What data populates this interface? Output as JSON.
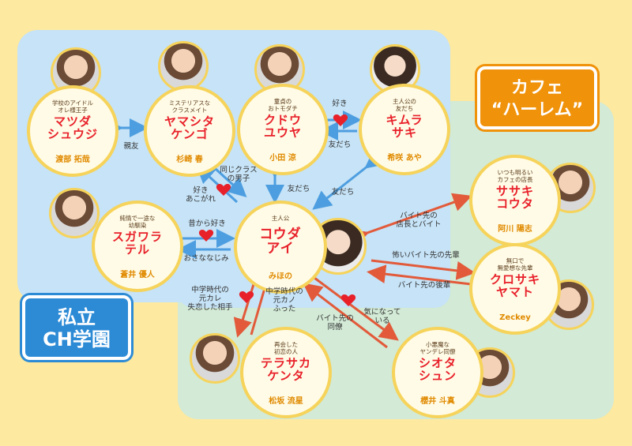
{
  "groups": {
    "school": {
      "title": "私立\nCH学園",
      "color": "#2d8bd6"
    },
    "cafe": {
      "title": "カフェ\n“ハーレム”",
      "color": "#f0920a"
    }
  },
  "characters": [
    {
      "id": "matsuda",
      "desc": "学校のアイドル\nオレ様王子",
      "name": "マツダ\nシュウジ",
      "actor": "渡部 拓哉"
    },
    {
      "id": "yamashita",
      "desc": "ミステリアスな\nクラスメイト",
      "name": "ヤマシタ\nケンゴ",
      "actor": "杉崎 春"
    },
    {
      "id": "kudo",
      "desc": "童貞の\nおトモダチ",
      "name": "クドウ\nユウヤ",
      "actor": "小田 涼"
    },
    {
      "id": "kimura",
      "desc": "主人公の\n友だち",
      "name": "キムラ\nサキ",
      "actor": "希咲 あや"
    },
    {
      "id": "sugawara",
      "desc": "純情で一途な\n幼馴染",
      "name": "スガワラ\nテル",
      "actor": "蒼井 優人"
    },
    {
      "id": "koda",
      "desc": "主人公",
      "name": "コウダ\nアイ",
      "actor": "みほの"
    },
    {
      "id": "sasaki",
      "desc": "いつも明るい\nカフェの店長",
      "name": "ササキ\nコウタ",
      "actor": "阿川 陽志"
    },
    {
      "id": "kurosaki",
      "desc": "無口で\n無愛想な先輩",
      "name": "クロサキ\nヤマト",
      "actor": "Zeckey"
    },
    {
      "id": "terasaka",
      "desc": "再会した\n初恋の人",
      "name": "テラサカ\nケンタ",
      "actor": "松坂 流星"
    },
    {
      "id": "shiota",
      "desc": "小悪魔な\nヤンデレ同僚",
      "name": "シオタ\nシュン",
      "actor": "櫻井 斗真"
    }
  ],
  "relations": {
    "shinyu": "親友",
    "suki_kudo": "好き",
    "tomodachi_kudo": "友だち",
    "class_dansi": "同じクラス\nの男子",
    "suki_akogare": "好き\nあこがれ",
    "tomodachi_a": "友だち",
    "tomodachi_b": "友だち",
    "suki_osananajimi": "昔から好き",
    "osananajimi": "おさななじみ",
    "baito_tencho": "バイト先の\n店長とバイト",
    "kowai_senpai": "怖いバイト先の先輩",
    "baito_kohai": "バイト先の後輩",
    "motokare": "中学時代の\n元カレ\n失恋した相手",
    "motokano": "中学時代の\n元カノ\nふった",
    "baito_doryo": "バイト先の\n同僚",
    "kininatte": "気になって\nいる"
  },
  "colors": {
    "school_bg": "#c6e3f7",
    "cafe_bg": "#d2ead6",
    "card_border": "#f6d35a",
    "name_red": "#e8202a",
    "actor_orange": "#e08a00",
    "arrow_blue": "#4d9ee0",
    "arrow_red": "#e25a3a",
    "heart_red": "#e8202a"
  }
}
